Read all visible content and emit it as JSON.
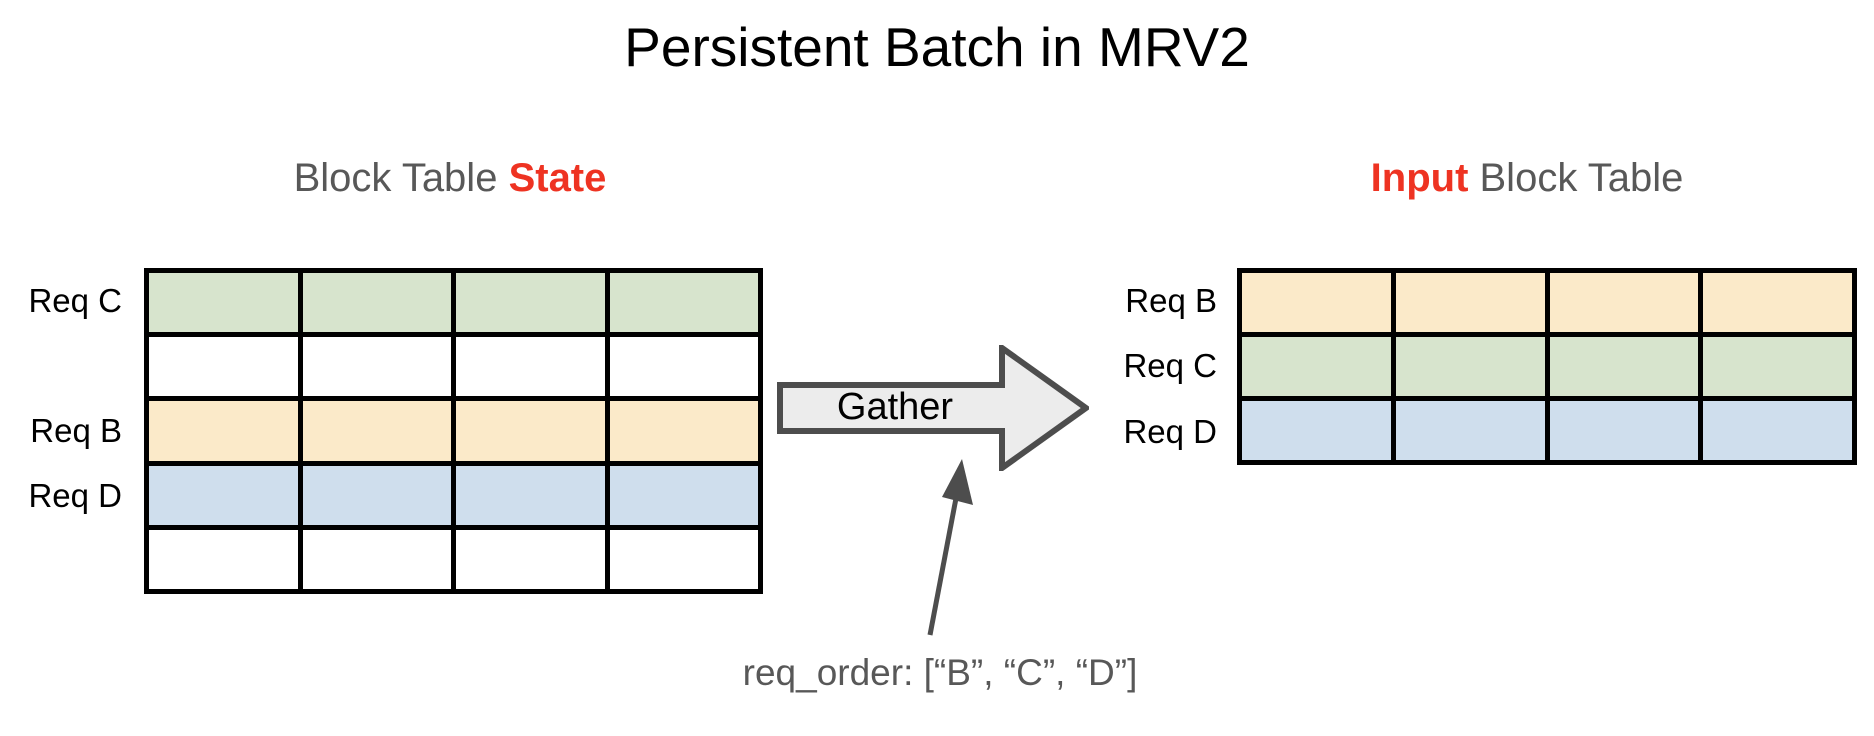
{
  "title": "Persistent Batch in MRV2",
  "headings": {
    "left": {
      "plain_prefix": "Block Table ",
      "accent": "State",
      "plain_suffix": ""
    },
    "right": {
      "accent": "Input",
      "plain_suffix": " Block Table"
    }
  },
  "colors": {
    "green": "#d7e4cd",
    "yellow": "#fbeac9",
    "blue": "#cfdeed",
    "empty": "#ffffff",
    "border": "#000000",
    "heading_gray": "#585858",
    "accent_red": "#ee3322",
    "arrow_fill": "#ececec",
    "arrow_stroke": "#4d4d4d",
    "pointer": "#4d4d4d"
  },
  "state_table": {
    "columns": 4,
    "rows": [
      {
        "label": "Req C",
        "fill": "green",
        "occupied": true
      },
      {
        "label": "",
        "fill": "empty",
        "occupied": false
      },
      {
        "label": "Req B",
        "fill": "yellow",
        "occupied": true
      },
      {
        "label": "Req D",
        "fill": "blue",
        "occupied": true
      },
      {
        "label": "",
        "fill": "empty",
        "occupied": false
      }
    ]
  },
  "input_table": {
    "columns": 4,
    "rows": [
      {
        "label": "Req B",
        "fill": "yellow",
        "occupied": true
      },
      {
        "label": "Req C",
        "fill": "green",
        "occupied": true
      },
      {
        "label": "Req D",
        "fill": "blue",
        "occupied": true
      }
    ]
  },
  "gather": {
    "label": "Gather"
  },
  "req_order": {
    "caption": "req_order: [“B”, “C”, “D”]",
    "values": [
      "B",
      "C",
      "D"
    ]
  }
}
